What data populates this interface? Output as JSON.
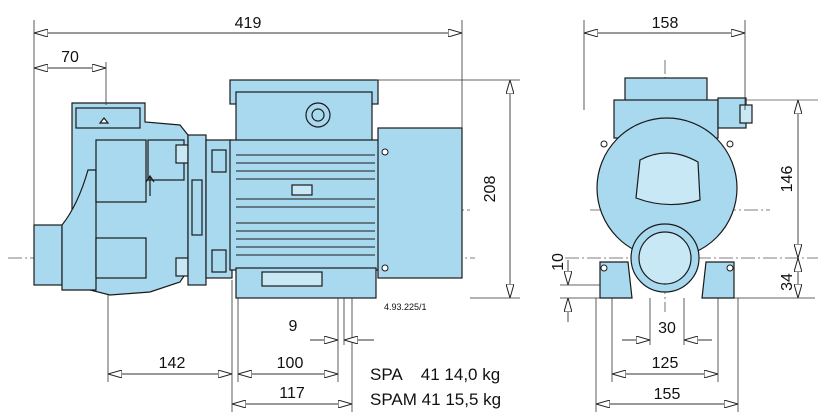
{
  "colors": {
    "body": "#a9d9ef",
    "outline": "#1a1a1a",
    "dim": "#333333"
  },
  "dimensions": {
    "overall_length": "419",
    "inlet_offset": "70",
    "height": "208",
    "width": "158",
    "axis_to_top": "146",
    "base_height": "34",
    "foot_thickness": "10",
    "slot_width": "30",
    "hole_spacing_width": "125",
    "base_width": "155",
    "slot_length": "9",
    "inlet_to_foot": "142",
    "hole_spacing_length": "100",
    "base_length": "117"
  },
  "reference": "4.93.225/1",
  "models": [
    {
      "name": "SPA",
      "code": "41",
      "weight": "14,0 kg"
    },
    {
      "name": "SPAM",
      "code": "41",
      "weight": "15,5 kg"
    }
  ]
}
